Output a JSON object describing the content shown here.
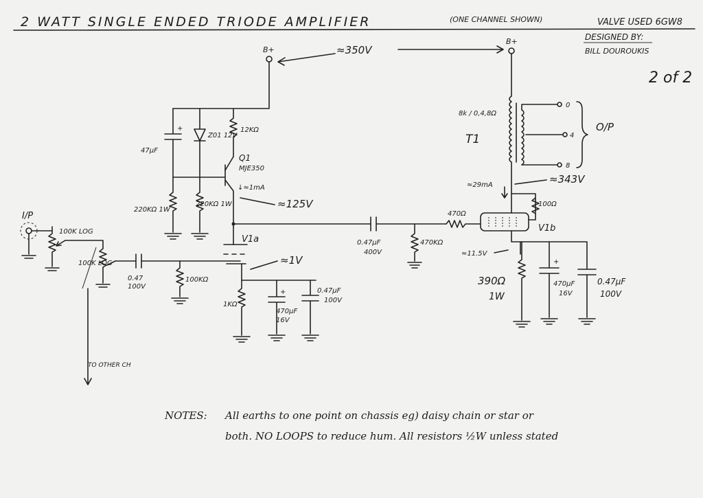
{
  "header": {
    "title": "2 WATT SINGLE ENDED TRIODE AMPLIFIER",
    "subtitle": "(ONE CHANNEL SHOWN)",
    "valve": "VALVE USED 6GW8",
    "designed_by_label": "DESIGNED BY:",
    "designer": "BILL DOUROUKIS",
    "page": "2 of 2"
  },
  "labels": {
    "b_plus_left": "B+",
    "b_plus_right": "B+",
    "supply_voltage": "≈350V",
    "input": "I/P",
    "pot1": "100K LOG",
    "pot2": "100K LOG",
    "cap_in_value": "0.47",
    "cap_in_rating": "100V",
    "r_grid": "100KΩ",
    "c_bypass_1": "47µF",
    "zener": "Z01 12V",
    "r_12k": "12KΩ",
    "q1_name": "Q1",
    "q1_part": "MJE350",
    "q1_current": "↓≈1mA",
    "r_220k_a": "220KΩ 1W",
    "r_220k_b": "220KΩ 1W",
    "plate_voltage": "≈125V",
    "v1a": "V1a",
    "cathode_voltage": "≈1V",
    "r_cathode_1": "1KΩ",
    "c_cath_1a_value": "470µF",
    "c_cath_1a_rating": "16V",
    "c_cath_1b_value": "0.47µF",
    "c_cath_1b_rating": "100V",
    "c_coupling_value": "0.47µF",
    "c_coupling_rating": "400V",
    "r_470k": "470KΩ",
    "r_grid_stop": "470Ω",
    "r_screen": "100Ω",
    "v1b": "V1b",
    "anode_current": "≈29mA",
    "anode_voltage": "≈343V",
    "cathode_voltage_2": "≈11.5V",
    "r_cathode_2_value": "390Ω",
    "r_cathode_2_rating": "1W",
    "c_cath_2a_value": "470µF",
    "c_cath_2a_rating": "16V",
    "c_cath_2b_value": "0.47µF",
    "c_cath_2b_rating": "100V",
    "transformer_ratio": "8k / 0,4,8Ω",
    "transformer_name": "T1",
    "tap_0": "0",
    "tap_4": "4",
    "tap_8": "8",
    "output": "O/P",
    "to_other": "TO OTHER CH"
  },
  "notes": {
    "label": "NOTES:",
    "line1": "All earths to one point on chassis eg) daisy chain or star or",
    "line2": "both. NO LOOPS to reduce hum. All resistors ½W unless stated"
  }
}
